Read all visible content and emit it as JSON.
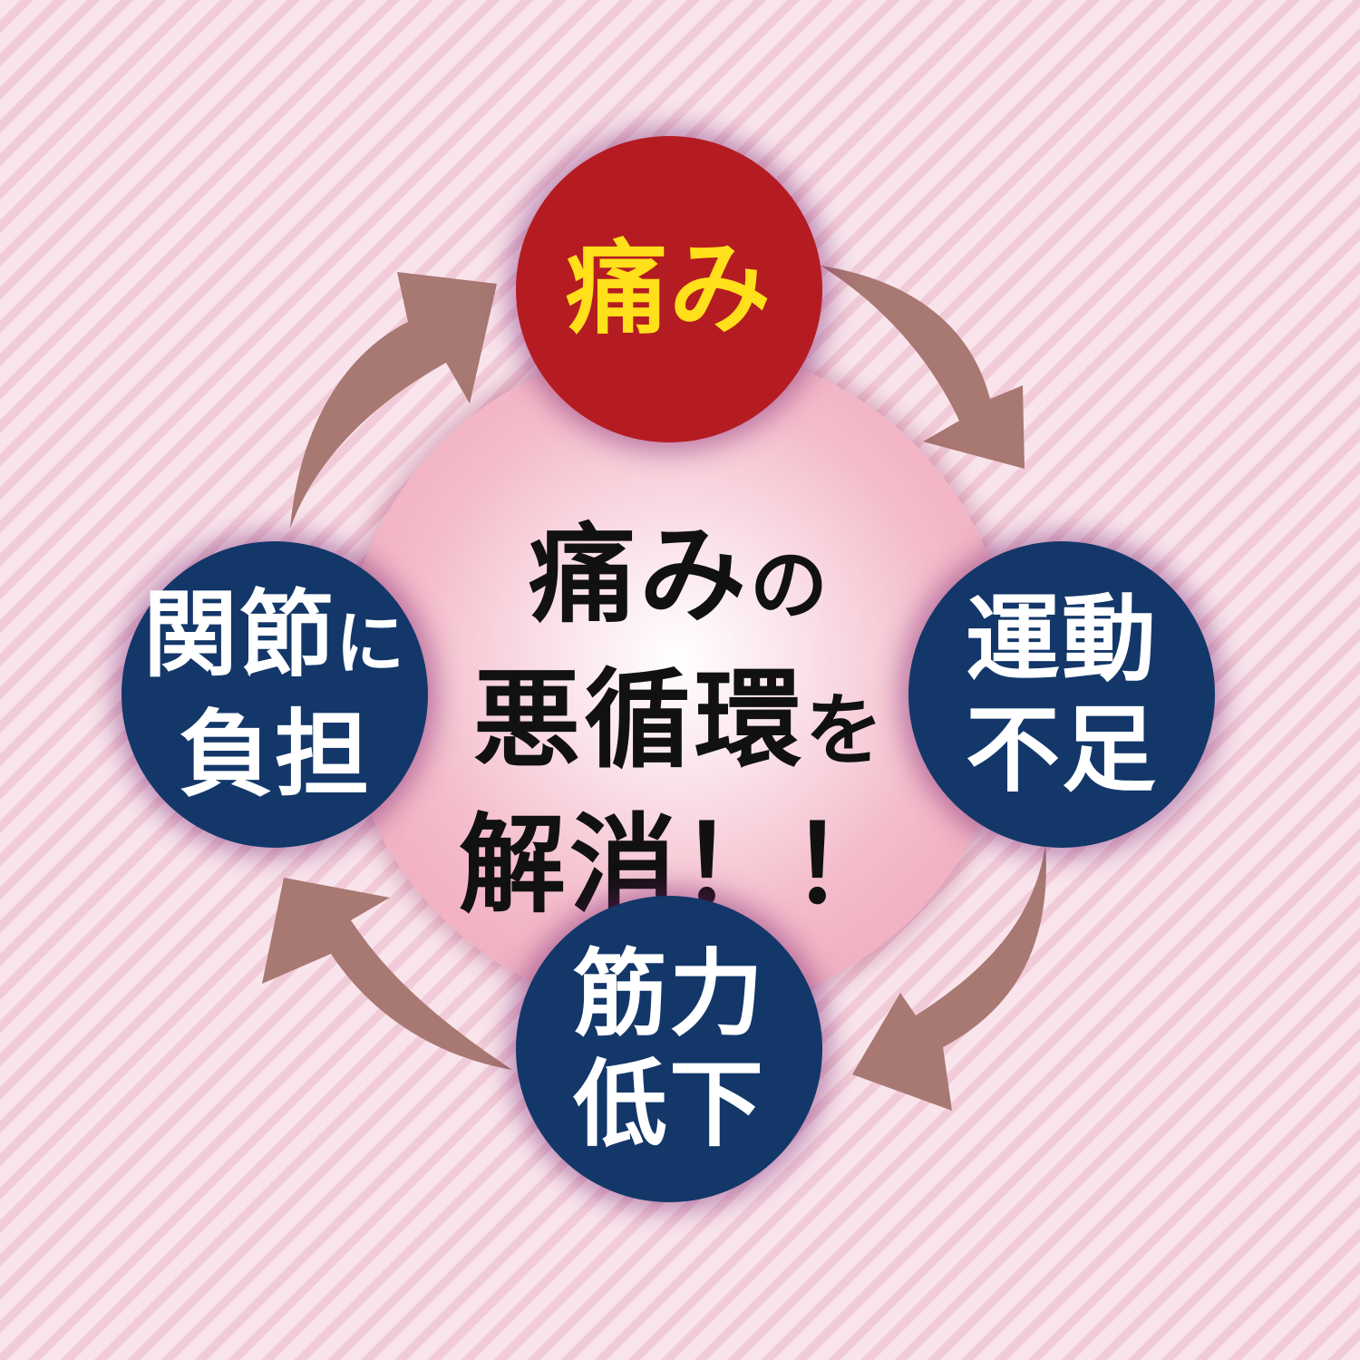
{
  "center": {
    "line1_main": "痛み",
    "line1_small": "の",
    "line2_main": "悪循環",
    "line2_small": "を",
    "line3": "解消！！"
  },
  "nodes": {
    "top": {
      "label": "痛み",
      "bg_color": "#b51c22",
      "text_color": "#ffe01b"
    },
    "right": {
      "line1": "運動",
      "line2": "不足",
      "bg_color": "#133769",
      "text_color": "#ffffff"
    },
    "bottom": {
      "line1": "筋力",
      "line2": "低下",
      "bg_color": "#133769",
      "text_color": "#ffffff"
    },
    "left": {
      "line1_main": "関節",
      "line1_small": "に",
      "line2": "負担",
      "bg_color": "#133769",
      "text_color": "#ffffff"
    }
  },
  "arrows": {
    "color": "#a87872",
    "direction": "clockwise"
  },
  "colors": {
    "background": "#f7dde6",
    "center_circle": "#f4bccb"
  }
}
